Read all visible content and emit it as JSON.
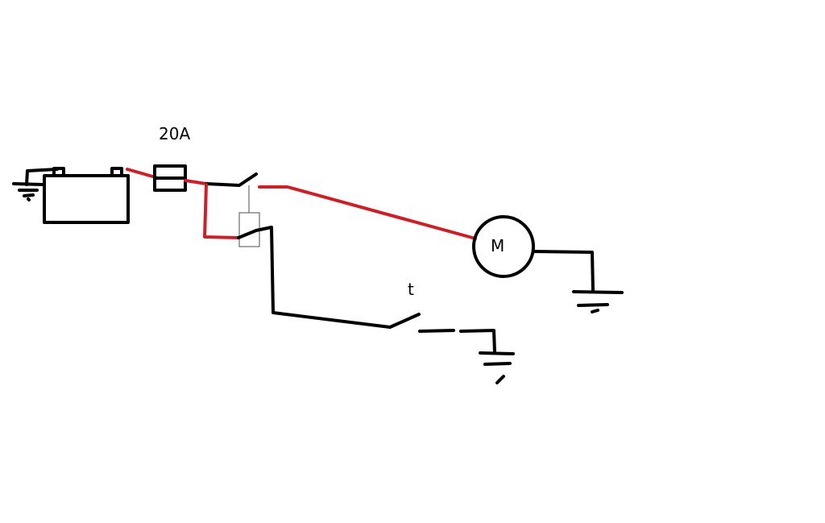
{
  "labels": {
    "fuse_rating": "20A",
    "motor": "M",
    "switch": "t"
  },
  "colors": {
    "positive_wire": "#cc1f26",
    "wire": "#000000",
    "relay_outline": "#6b6b6b",
    "background": "#ffffff"
  },
  "components": [
    "battery",
    "fuse",
    "switch",
    "relay",
    "motor",
    "toggle-switch",
    "ground"
  ]
}
